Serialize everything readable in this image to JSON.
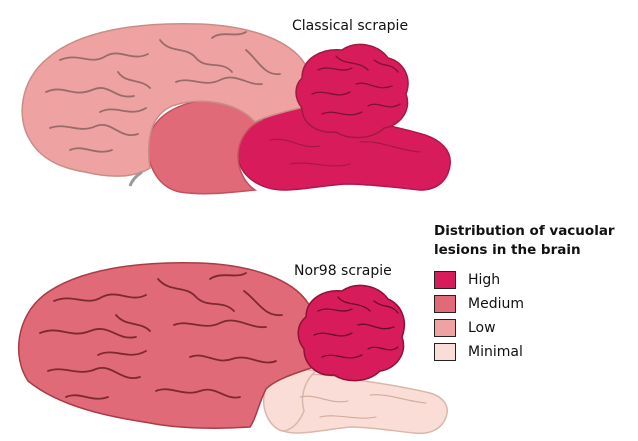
{
  "panels": {
    "top": {
      "title": "Classical scrapie"
    },
    "bottom": {
      "title": "Nor98 scrapie"
    }
  },
  "legend": {
    "title_line1": "Distribution of vacuolar",
    "title_line2": "lesions in the brain",
    "items": [
      {
        "label": "High",
        "color": "#d81b5a"
      },
      {
        "label": "Medium",
        "color": "#e06a78"
      },
      {
        "label": "Low",
        "color": "#eea3a2"
      },
      {
        "label": "Minimal",
        "color": "#f9ddd6"
      }
    ]
  },
  "regions": {
    "top": {
      "cerebrum": "Low",
      "cerebellum": "High",
      "midbrain": "Medium",
      "brainstem": "High"
    },
    "bottom": {
      "cerebrum": "Medium",
      "cerebellum": "High",
      "midbrain": "Minimal",
      "brainstem": "Minimal"
    }
  }
}
